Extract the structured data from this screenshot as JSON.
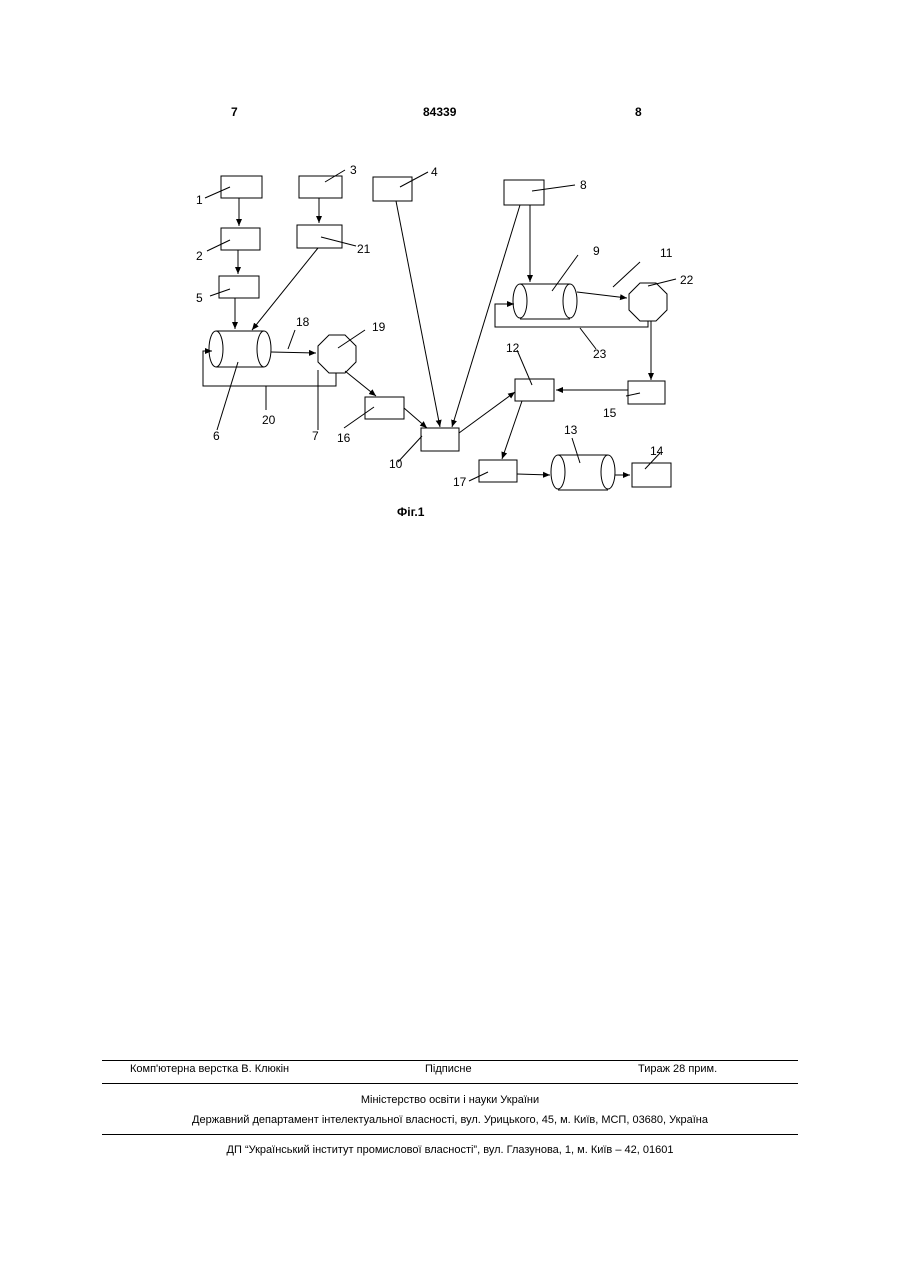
{
  "header": {
    "left_page": "7",
    "patent_number": "84339",
    "right_page": "8"
  },
  "figure": {
    "caption": "Фіг.1",
    "labels": [
      "1",
      "2",
      "3",
      "4",
      "5",
      "6",
      "7",
      "8",
      "9",
      "10",
      "11",
      "12",
      "13",
      "14",
      "15",
      "16",
      "17",
      "18",
      "19",
      "20",
      "21",
      "22",
      "23"
    ]
  },
  "footer": {
    "layout": "Комп'ютерна верстка В. Клюкін",
    "signed": "Підписне",
    "circulation": "Тираж 28 прим.",
    "ministry": "Міністерство освіти і науки України",
    "department": "Державний департамент інтелектуальної власності, вул. Урицького, 45, м. Київ, МСП, 03680, Україна",
    "institute": "ДП “Український інститут промислової власності”, вул. Глазунова, 1, м. Київ – 42, 01601"
  }
}
